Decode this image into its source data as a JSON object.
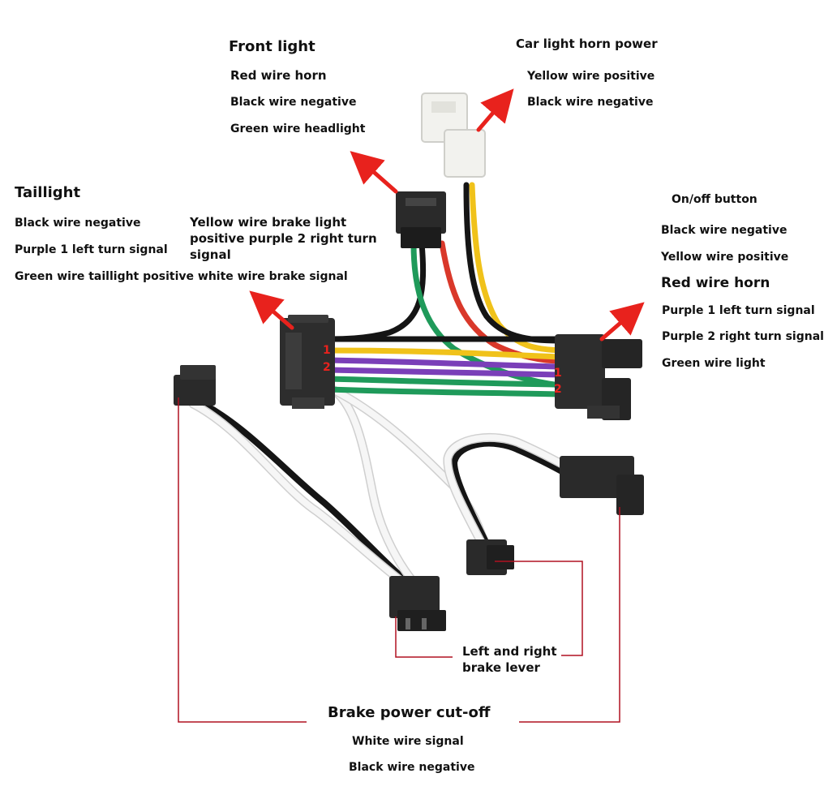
{
  "front_light": {
    "title": "Front light",
    "lines": [
      "Red wire horn",
      "Black wire negative",
      "Green wire headlight"
    ]
  },
  "car_light_horn_power": {
    "title": "Car light horn power",
    "lines": [
      "Yellow wire positive",
      "Black wire negative"
    ]
  },
  "taillight": {
    "title": "Taillight",
    "lines": [
      "Black wire negative",
      "Purple 1 left turn signal",
      "Green wire taillight positive white wire brake signal"
    ]
  },
  "brake_light_note": "Yellow wire brake light positive purple 2 right turn signal",
  "on_off_button": {
    "title": "On/off button",
    "lines": [
      "Black wire negative",
      "Yellow wire positive",
      "Red wire horn",
      "Purple 1 left turn signal",
      "Purple 2 right turn signal",
      "Green wire light"
    ]
  },
  "brake_lever": {
    "title": "Left and right brake lever"
  },
  "brake_power_cutoff": {
    "title": "Brake power cut-off",
    "lines": [
      "White wire signal",
      "Black wire negative"
    ]
  },
  "pin_labels": {
    "left_1": "1",
    "left_2": "2",
    "right_1": "1",
    "right_2": "2"
  },
  "colors": {
    "arrow": "#e8221d",
    "callout_line": "#b01020",
    "connector": "#2a2a2a",
    "white_connector": "#f2f2ee",
    "wire_black": "#151515",
    "wire_red": "#d9382a",
    "wire_green": "#1f9a5a",
    "wire_yellow": "#f0c21a",
    "wire_purple": "#7a3fb8",
    "wire_white": "#f4f4f4",
    "pin_text": "#e8221d"
  }
}
